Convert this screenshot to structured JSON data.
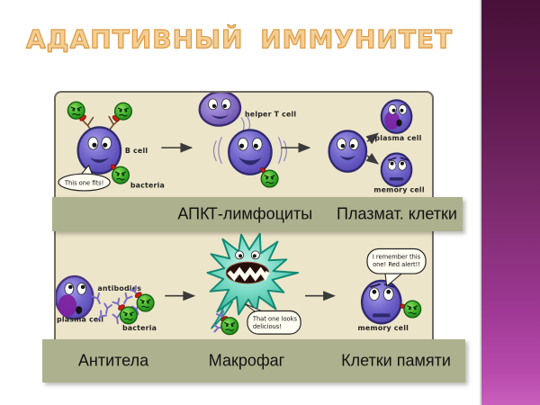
{
  "title": "АДАПТИВНЫЙ ИММУНИТЕТ",
  "bands": {
    "top": {
      "labels": [
        "АПК",
        "Т-лимфоциты",
        "Плазмат. клетки"
      ]
    },
    "bottom": {
      "labels": [
        "Антитела",
        "Макрофаг",
        "Клетки памяти"
      ]
    }
  },
  "diagram": {
    "labels": {
      "b_cell": "B cell",
      "bacteria_top": "bacteria",
      "helper_t_cell": "helper T cell",
      "plasma_cell_top": "plasma cell",
      "memory_cell_top": "memory cell",
      "plasma_cell_bottom": "plasma cell",
      "antibodies": "antibodies",
      "bacteria_bottom": "bacteria",
      "memory_cell_bottom": "memory cell"
    },
    "speech_bubbles": {
      "b_cell": "This one fits!",
      "macrophage_line1": "That one looks",
      "macrophage_line2": "delicious!",
      "memory_line1": "I remember this",
      "memory_line2": "one! Red alert!!"
    }
  },
  "colors": {
    "title_orange": "#e9a94f",
    "band_olive": "#adb18e",
    "diagram_cream": "#ede5c9",
    "cell_purple": "#6f63c9",
    "bacteria_green": "#3aa12e",
    "macrophage_teal": "#4fbfae",
    "antibody_purple": "#7b6cc8",
    "connector_red": "#cf1a10",
    "sidebar_purple_top": "#481139",
    "sidebar_purple_bottom": "#c95fbc"
  }
}
